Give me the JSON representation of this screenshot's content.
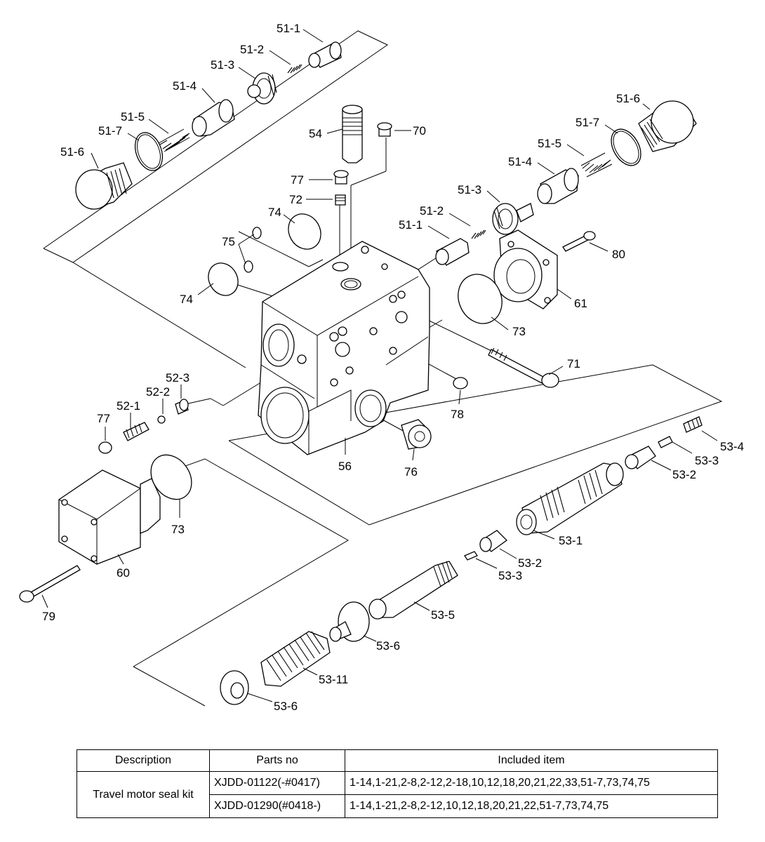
{
  "diagram": {
    "labels": {
      "top_51_1": "51-1",
      "top_51_2": "51-2",
      "top_51_3": "51-3",
      "top_51_4": "51-4",
      "top_51_5": "51-5",
      "top_51_7": "51-7",
      "top_51_6": "51-6",
      "r_51_6": "51-6",
      "r_51_7": "51-7",
      "r_51_5": "51-5",
      "r_51_4": "51-4",
      "r_51_3": "51-3",
      "r_51_2": "51-2",
      "r_51_1": "51-1",
      "p54": "54",
      "p70": "70",
      "p77a": "77",
      "p72": "72",
      "p74a": "74",
      "p75": "75",
      "p74b": "74",
      "p80": "80",
      "p61": "61",
      "p73a": "73",
      "p71": "71",
      "p78": "78",
      "p52_3": "52-3",
      "p52_2": "52-2",
      "p52_1": "52-1",
      "p77b": "77",
      "p56": "56",
      "p76": "76",
      "p53_4": "53-4",
      "p53_3a": "53-3",
      "p53_2a": "53-2",
      "p53_1": "53-1",
      "p73b": "73",
      "p60": "60",
      "p53_2b": "53-2",
      "p53_3b": "53-3",
      "p79": "79",
      "p53_5": "53-5",
      "p53_6a": "53-6",
      "p53_11": "53-11",
      "p53_6b": "53-6"
    }
  },
  "table": {
    "headers": {
      "description": "Description",
      "parts_no": "Parts no",
      "included_item": "Included item"
    },
    "description": "Travel motor seal kit",
    "rows": [
      {
        "parts_no": "XJDD-01122(-#0417)",
        "included_item": "1-14,1-21,2-8,2-12,2-18,10,12,18,20,21,22,33,51-7,73,74,75"
      },
      {
        "parts_no": "XJDD-01290(#0418-)",
        "included_item": "1-14,1-21,2-8,2-12,10,12,18,20,21,22,51-7,73,74,75"
      }
    ]
  }
}
